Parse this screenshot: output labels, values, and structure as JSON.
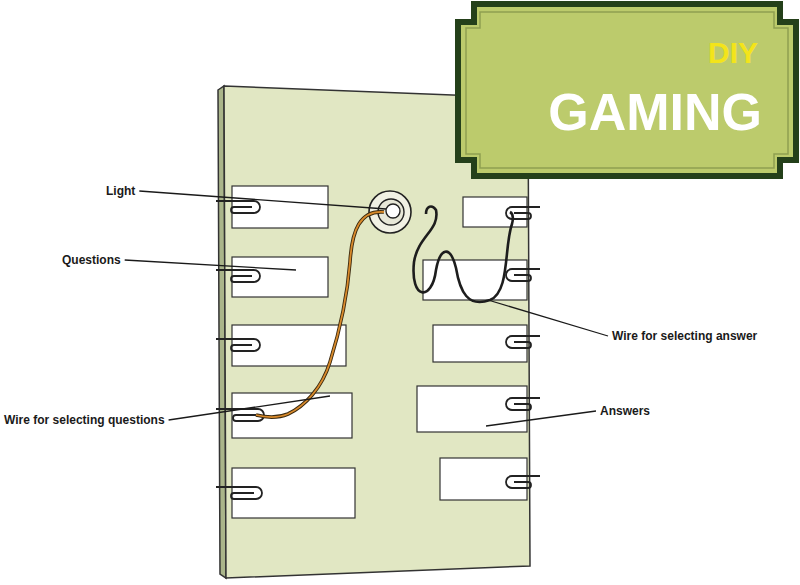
{
  "diagram": {
    "nodes": [
      {
        "text": [
          "DIY",
          "GAMING"
        ]
      }
    ],
    "labels": [
      "Light",
      "Questions",
      "Wire for selecting answer",
      "Wire for selecting questions",
      "Answers"
    ]
  }
}
